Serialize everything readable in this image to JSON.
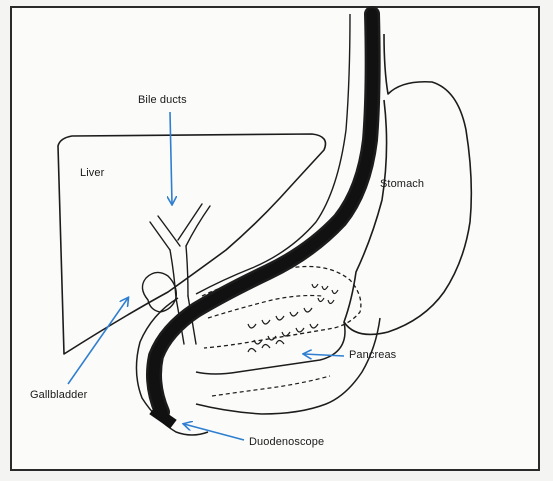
{
  "labels": {
    "bile_ducts": "Bile ducts",
    "liver": "Liver",
    "stomach": "Stomach",
    "pancreas": "Pancreas",
    "gallbladder": "Gallbladder",
    "duodenoscope": "Duodenoscope"
  },
  "colors": {
    "outline": "#1c1c1c",
    "scope": "#111111",
    "arrow": "#2f7fd0",
    "paper": "#fbfbfa"
  }
}
